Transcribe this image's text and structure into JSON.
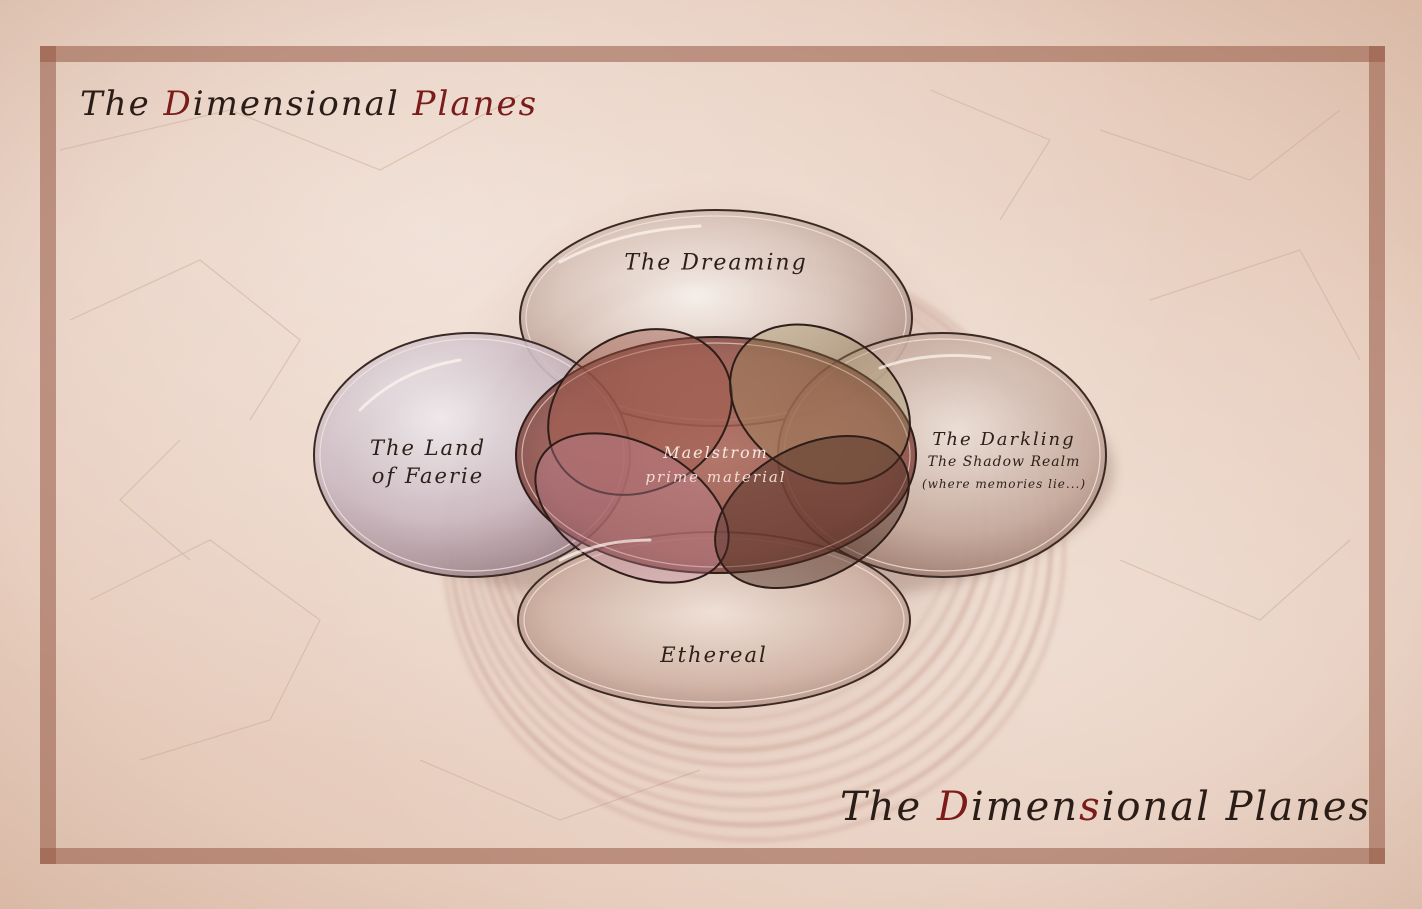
{
  "titles": {
    "top": {
      "p1": "The ",
      "p2": "D",
      "p3": "imensional ",
      "p4": "Planes"
    },
    "bottom": {
      "p1": "The ",
      "p2": "D",
      "p3": "imen",
      "p4": "s",
      "p5": "ional ",
      "p6": "Planes"
    }
  },
  "planes": {
    "dreaming": "The Dreaming",
    "faerie": {
      "line1": "The Land",
      "line2": "of Faerie"
    },
    "darkling": {
      "line1": "The Darkling",
      "line2": "The Shadow Realm",
      "line3": "(where memories lie...)"
    },
    "ethereal": "Ethereal",
    "center": {
      "line1": "Maelstrom",
      "line2": "prime material"
    }
  },
  "colors": {
    "paper": "#e9d3c6",
    "frame": "#965a46",
    "ink": "#2a1d17",
    "accent_red": "#7a1c1a",
    "ring": "#a06a5a",
    "center_red": "#9c4a40"
  }
}
